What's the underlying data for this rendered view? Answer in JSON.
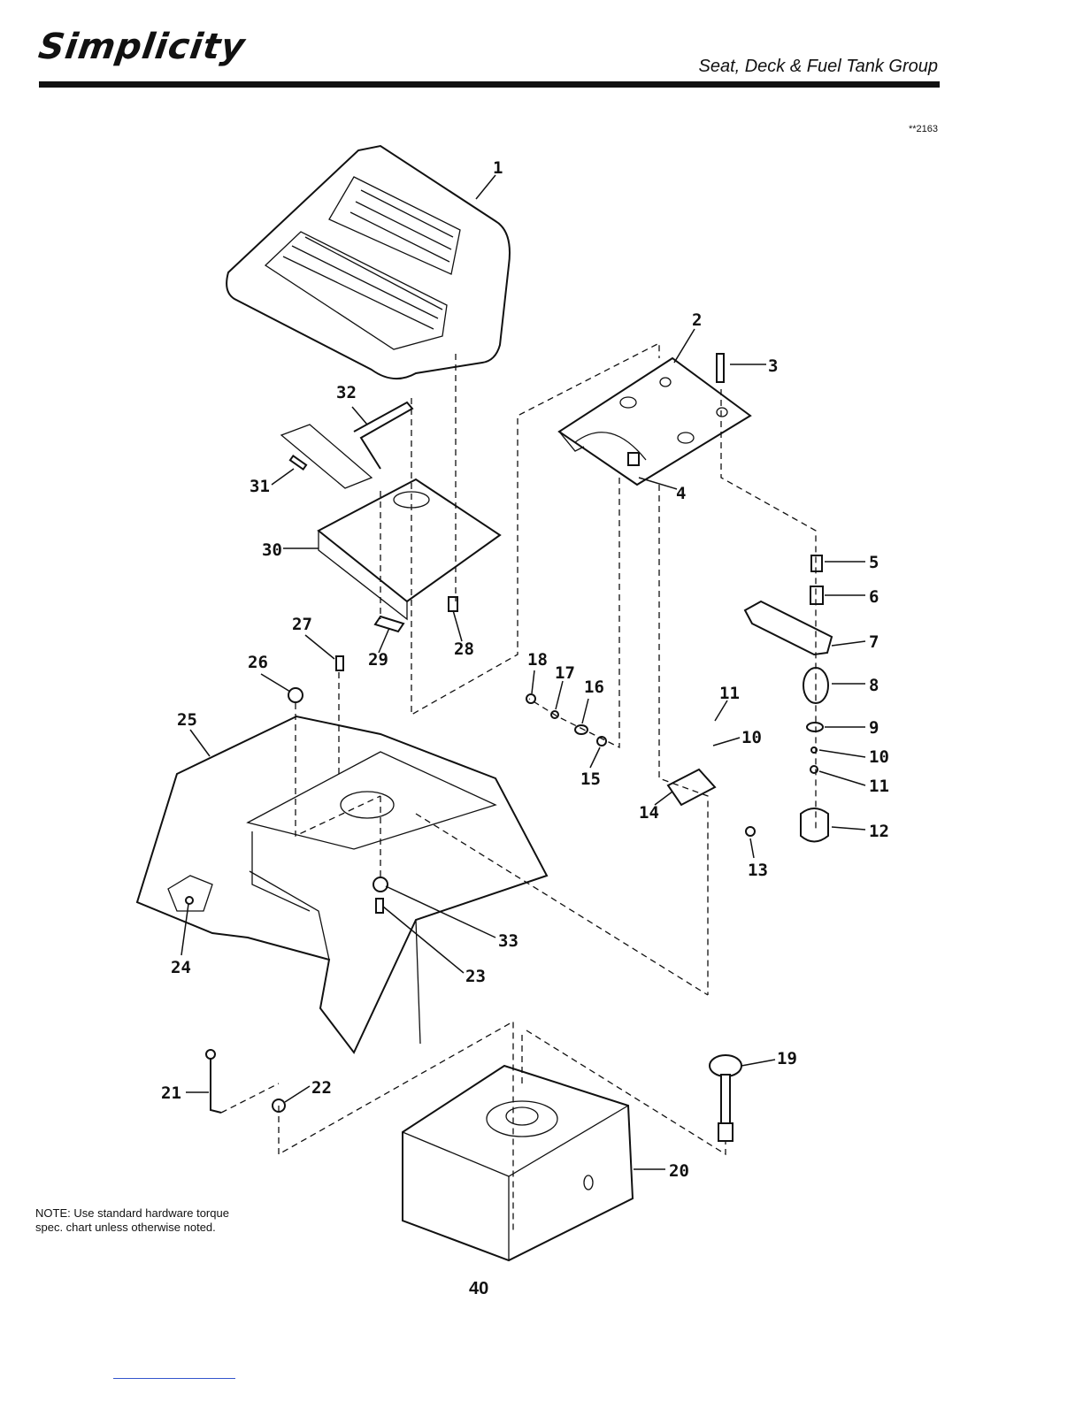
{
  "header": {
    "brand": "Simplicity",
    "section_title": "Seat, Deck & Fuel Tank Group",
    "drawing_code": "**2163"
  },
  "callouts": [
    "1",
    "2",
    "3",
    "4",
    "5",
    "6",
    "7",
    "8",
    "9",
    "10",
    "10",
    "11",
    "11",
    "12",
    "13",
    "14",
    "15",
    "16",
    "17",
    "18",
    "19",
    "20",
    "21",
    "22",
    "23",
    "24",
    "25",
    "26",
    "27",
    "28",
    "29",
    "30",
    "31",
    "32",
    "33"
  ],
  "note": "NOTE: Use standard hardware torque spec. chart unless otherwise noted.",
  "page_number": "40"
}
